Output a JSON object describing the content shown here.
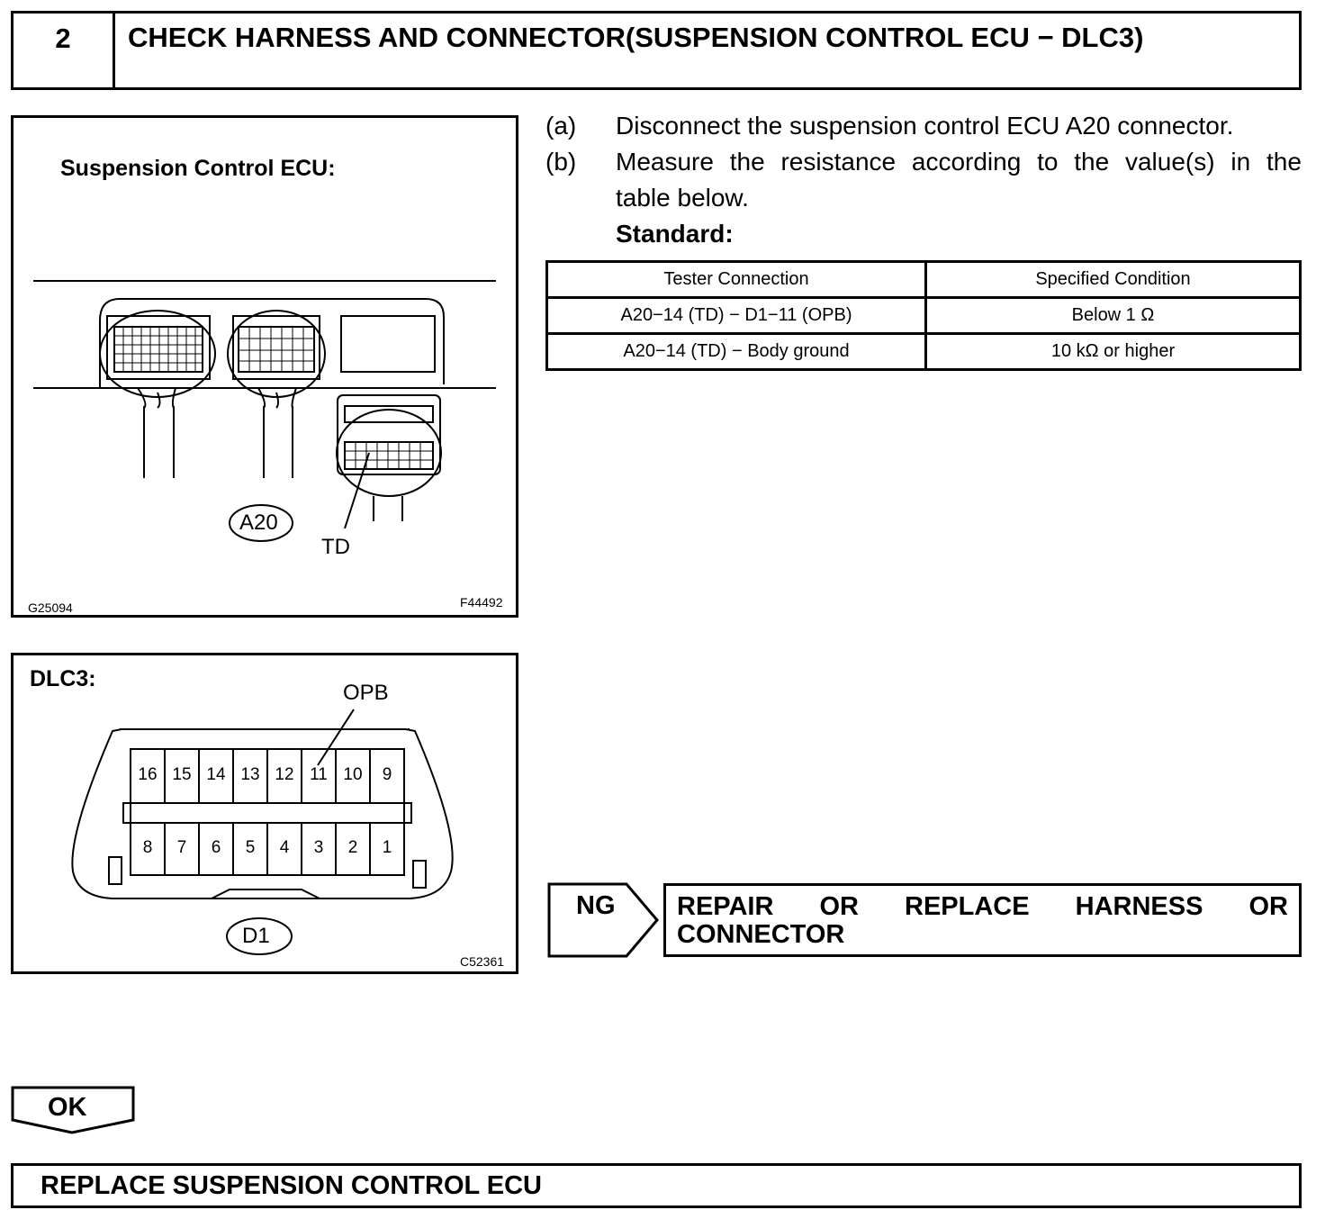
{
  "header": {
    "step_number": "2",
    "title": "CHECK HARNESS AND CONNECTOR(SUSPENSION CONTROL ECU − DLC3)"
  },
  "figure_ecu": {
    "title": "Suspension Control ECU:",
    "connector_label": "A20",
    "terminal_label": "TD",
    "code_left": "G25094",
    "code_right": "F44492"
  },
  "figure_dlc3": {
    "title": "DLC3:",
    "terminal_label": "OPB",
    "connector_label": "D1",
    "code": "C52361",
    "upper_pins": [
      "16",
      "15",
      "14",
      "13",
      "12",
      "11",
      "10",
      "9"
    ],
    "lower_pins": [
      "8",
      "7",
      "6",
      "5",
      "4",
      "3",
      "2",
      "1"
    ]
  },
  "steps": {
    "a_marker": "(a)",
    "a_text": "Disconnect the suspension control ECU A20 connector.",
    "b_marker": "(b)",
    "b_text_line1": "Measure the resistance according to the value(s) in the",
    "b_text_line2": "table below.",
    "standard_label": "Standard:"
  },
  "table": {
    "headers": [
      "Tester Connection",
      "Specified Condition"
    ],
    "rows": [
      [
        "A20−14 (TD) − D1−11 (OPB)",
        "Below 1 Ω"
      ],
      [
        "A20−14 (TD) − Body ground",
        "10 kΩ or higher"
      ]
    ]
  },
  "result_ng": {
    "label": "NG",
    "line1_words": [
      "REPAIR",
      "OR",
      "REPLACE",
      "HARNESS",
      "OR"
    ],
    "line2": "CONNECTOR"
  },
  "result_ok": {
    "label": "OK"
  },
  "final_action": "REPLACE SUSPENSION CONTROL ECU"
}
